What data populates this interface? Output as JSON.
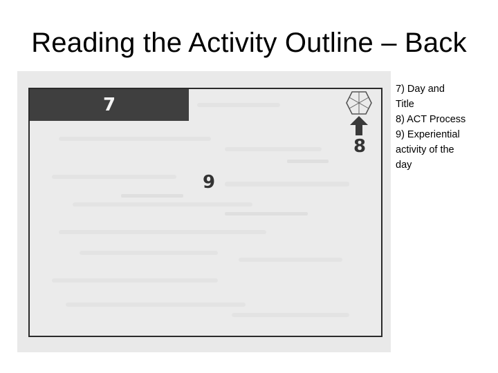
{
  "slide": {
    "title": "Reading the Activity Outline – Back"
  },
  "outline_image": {
    "labels": {
      "day_title": "7",
      "act_process": "8",
      "experiential_activity": "9"
    },
    "icons": [
      "hexagon-icon",
      "arrow-up-icon"
    ]
  },
  "notes": {
    "line1": "7) Day and",
    "line2": "Title",
    "line3": "8) ACT Process",
    "line4": "9) Experiential",
    "line5": "activity of the",
    "line6": "day"
  },
  "colors": {
    "title_bar": "#3f3f3f",
    "frame_border": "#2a2a2a",
    "scan_background": "#e9e9e9"
  }
}
